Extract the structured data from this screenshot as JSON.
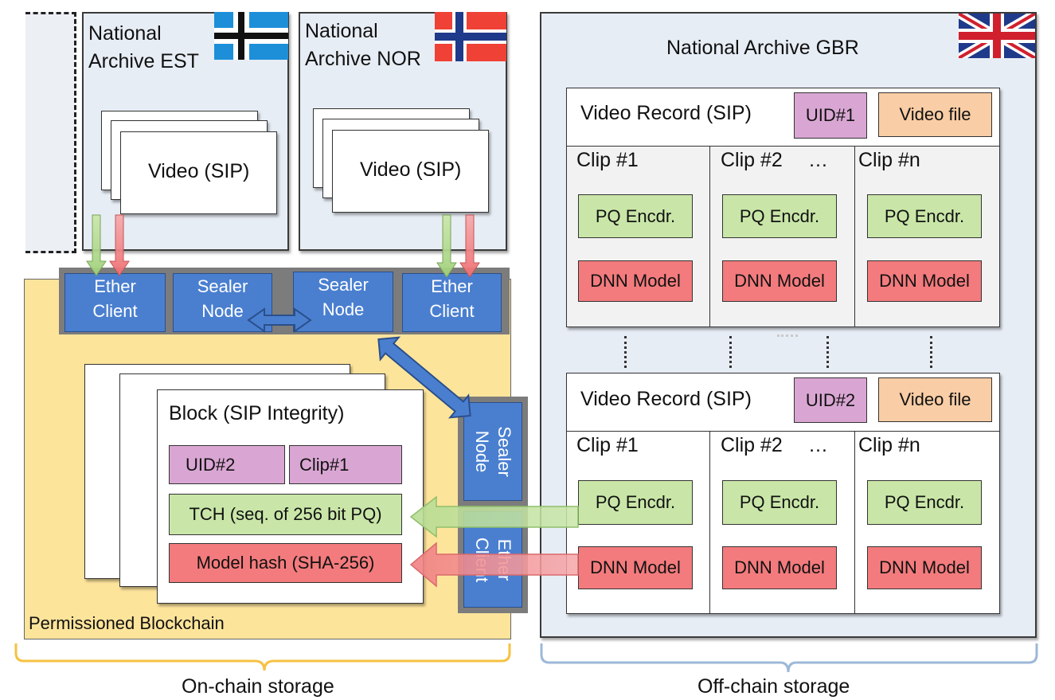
{
  "archives": {
    "est": {
      "name_line1": "National",
      "name_line2": "Archive EST",
      "video_label": "Video (SIP)"
    },
    "nor": {
      "name_line1": "National",
      "name_line2": "Archive NOR",
      "video_label": "Video (SIP)"
    },
    "gbr": {
      "name": "National Archive GBR"
    }
  },
  "nodes": {
    "ether_client_left": {
      "line1": "Ether",
      "line2": "Client"
    },
    "sealer_node_left": {
      "line1": "Sealer",
      "line2": "Node"
    },
    "sealer_node_mid": {
      "line1": "Sealer",
      "line2": "Node"
    },
    "ether_client_right": {
      "line1": "Ether",
      "line2": "Client"
    },
    "sealer_node_vertical": "Sealer Node",
    "ether_client_vertical": "Ether Client"
  },
  "blockchain": {
    "label": "Permissioned Blockchain",
    "block_title": "Block (SIP Integrity)",
    "uid": "UID#2",
    "clip": "Clip#1",
    "tch": "TCH (seq. of 256 bit PQ)",
    "model_hash": "Model hash (SHA-256)"
  },
  "records": [
    {
      "title": "Video Record (SIP)",
      "uid": "UID#1",
      "file": "Video file",
      "clips": [
        {
          "label": "Clip #1",
          "pq": "PQ Encdr.",
          "dnn": "DNN Model"
        },
        {
          "label": "Clip #2",
          "pq": "PQ Encdr.",
          "dnn": "DNN Model"
        },
        {
          "label": "Clip #n",
          "pq": "PQ Encdr.",
          "dnn": "DNN Model"
        }
      ]
    },
    {
      "title": "Video Record (SIP)",
      "uid": "UID#2",
      "file": "Video file",
      "clips": [
        {
          "label": "Clip #1",
          "pq": "PQ Encdr.",
          "dnn": "DNN Model"
        },
        {
          "label": "Clip #2",
          "pq": "PQ Encdr.",
          "dnn": "DNN Model"
        },
        {
          "label": "Clip #n",
          "pq": "PQ Encdr.",
          "dnn": "DNN Model"
        }
      ]
    }
  ],
  "ellipsis": "…",
  "storage": {
    "on_chain": "On-chain storage",
    "off_chain": "Off-chain storage"
  },
  "colors": {
    "blue_node": "#4a7fd0",
    "blockchain_bg": "#fde49b",
    "panel_bg": "#e7edf5",
    "green_box": "#c9e6a8",
    "red_box": "#f37b7d",
    "pink_box": "#d9a6d3",
    "peach_box": "#f9cda5",
    "on_chain_brace": "#f5c242",
    "off_chain_brace": "#9db8d8"
  }
}
